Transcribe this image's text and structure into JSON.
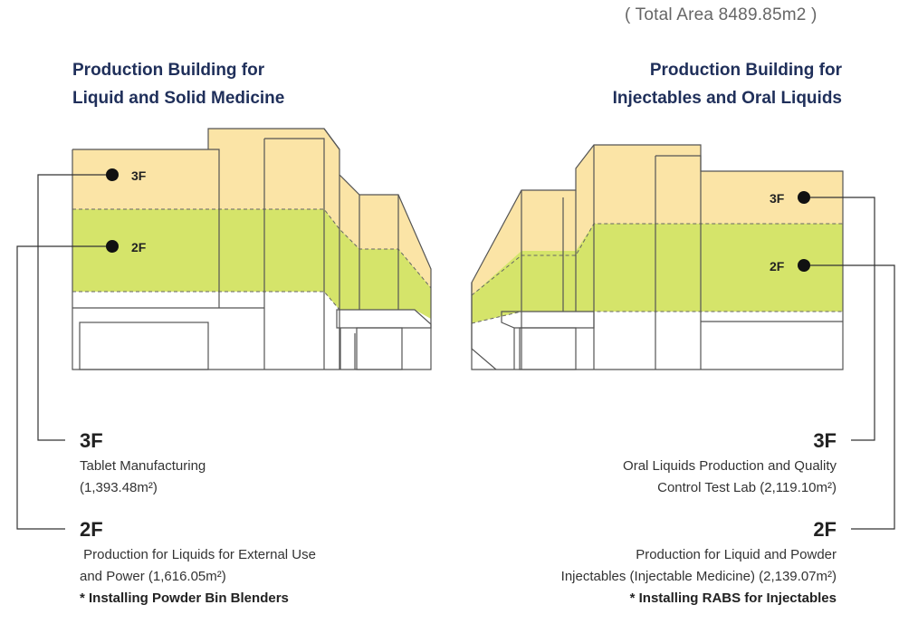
{
  "header": {
    "total_area": "( Total Area 8489.85m2 )"
  },
  "left_building": {
    "title_line1": "Production Building for",
    "title_line2": "Liquid and Solid Medicine",
    "marker_3f": "3F",
    "marker_2f": "2F",
    "floor3": {
      "label": "3F",
      "line1": "Tablet Manufacturing",
      "area": "(1,393.48m²)"
    },
    "floor2": {
      "label": "2F",
      "line1": " Production for Liquids for External Use",
      "line2": "and Power (1,616.05m²)",
      "note": "* Installing Powder Bin Blenders"
    }
  },
  "right_building": {
    "title_line1": "Production Building for",
    "title_line2": "Injectables and Oral Liquids",
    "marker_3f": "3F",
    "marker_2f": "2F",
    "floor3": {
      "label": "3F",
      "line1": "Oral Liquids Production and Quality",
      "line2": "Control Test Lab (2,119.10m²)"
    },
    "floor2": {
      "label": "2F",
      "line1": "Production for Liquid and Powder",
      "line2": "Injectables (Injectable Medicine) (2,139.07m²)",
      "note": "* Installing RABS for Injectables"
    }
  },
  "colors": {
    "floor3": "#fbe4a6",
    "floor2": "#d5e46a",
    "title": "#1f2f5a",
    "outline": "#555555"
  }
}
